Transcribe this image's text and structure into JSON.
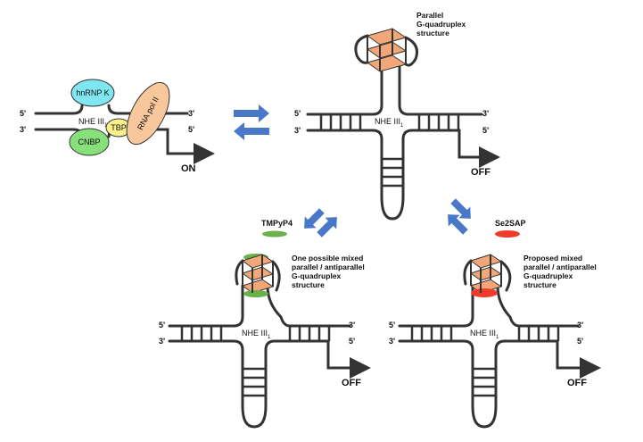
{
  "labels": {
    "five_prime": "5'",
    "three_prime": "3'",
    "nhe": "NHE III",
    "nhe_sub": "1",
    "on": "ON",
    "off": "OFF"
  },
  "proteins": {
    "hnrnpk": "hnRNP K",
    "tbp": "TBP",
    "cnbp": "CNBP",
    "rnapol": "RNA pol II"
  },
  "ligands": {
    "tmpyp4": "TMPyP4",
    "se2sap": "Se2SAP"
  },
  "notes": {
    "parallel": [
      "Parallel",
      "G-quadruplex",
      "structure"
    ],
    "mixed_possible": [
      "One possible mixed",
      "parallel / antiparallel",
      "G-quadruplex",
      "structure"
    ],
    "mixed_proposed": [
      "Proposed mixed",
      "parallel / antiparallel",
      "G-quadruplex",
      "structure"
    ]
  },
  "colors": {
    "hnrnpk": "#7fe6f2",
    "tbp": "#fbf08c",
    "cnbp": "#88e07a",
    "rnapol": "#f8c79b",
    "arrow": "#4a78c8",
    "tetrad": "#f1a778",
    "tmpyp4": "#6bb04a",
    "se2sap": "#f03a2a"
  }
}
